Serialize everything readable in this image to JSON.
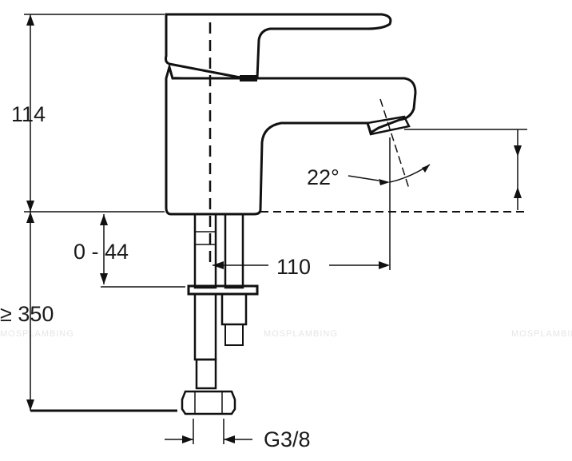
{
  "diagram": {
    "labels": {
      "height_main": "114",
      "height_range": "0 - 44",
      "hose_length": "≥ 350",
      "spout_angle": "22°",
      "spout_reach": "110",
      "thread": "G3/8"
    },
    "watermarks": [
      "MOSPLAMBING",
      "MOSPLAMBING",
      "MOSPLAMBING"
    ]
  },
  "colors": {
    "line": "#111111",
    "background": "#ffffff",
    "watermark": "#e6e6e6"
  }
}
